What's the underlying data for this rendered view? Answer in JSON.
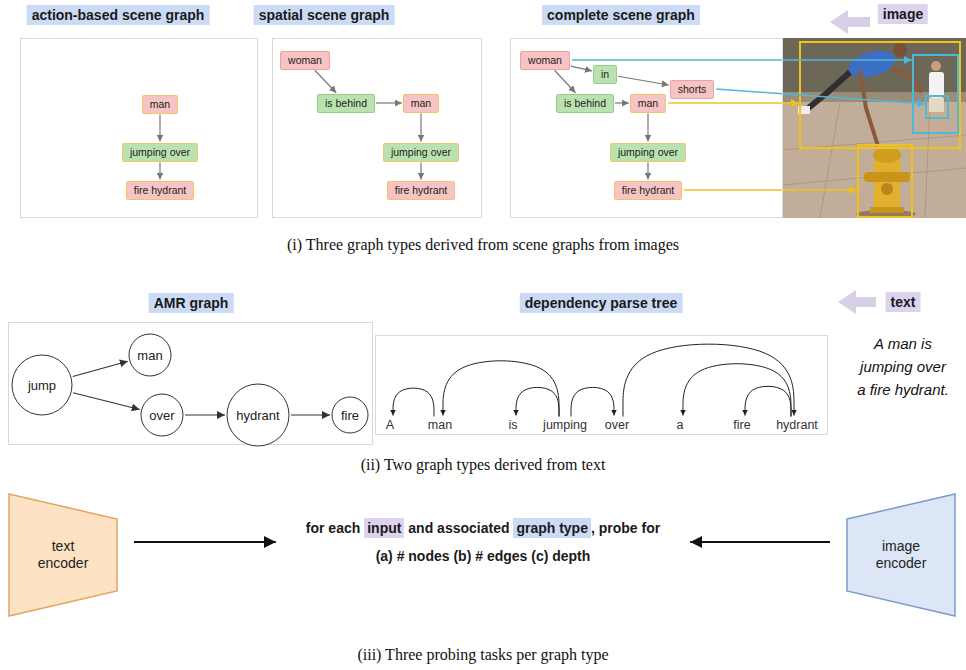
{
  "diagram": {
    "nodes": [
      {
        "text": [
          "action-based scene graph"
        ]
      },
      {
        "text": [
          "man"
        ],
        "in": 0
      },
      {
        "text": [
          "jumping over"
        ],
        "in": 0
      },
      {
        "text": [
          "fire hydrant"
        ],
        "in": 0
      },
      {
        "text": [
          "spatial scene graph"
        ]
      },
      {
        "text": [
          "woman"
        ],
        "in": 4
      },
      {
        "text": [
          "is behind"
        ],
        "in": 4
      },
      {
        "text": [
          "man"
        ],
        "in": 4
      },
      {
        "text": [
          "jumping over"
        ],
        "in": 4
      },
      {
        "text": [
          "fire hydrant"
        ],
        "in": 4
      },
      {
        "text": [
          "complete scene graph"
        ]
      },
      {
        "text": [
          "woman"
        ],
        "in": 10
      },
      {
        "text": [
          "in"
        ],
        "in": 10
      },
      {
        "text": [
          "shorts"
        ],
        "in": 10
      },
      {
        "text": [
          "is behind"
        ],
        "in": 10
      },
      {
        "text": [
          "man"
        ],
        "in": 10
      },
      {
        "text": [
          "jumping over"
        ],
        "in": 10
      },
      {
        "text": [
          "fire hydrant"
        ],
        "in": 10
      },
      {
        "text": [
          "AMR graph"
        ]
      },
      {
        "text": [
          "jump"
        ],
        "in": 18
      },
      {
        "text": [
          "man"
        ],
        "in": 18
      },
      {
        "text": [
          "over"
        ],
        "in": 18
      },
      {
        "text": [
          "hydrant"
        ],
        "in": 18
      },
      {
        "text": [
          "fire"
        ],
        "in": 18
      },
      {
        "text": [
          "dependency parse tree"
        ]
      },
      {
        "text": [
          "A"
        ],
        "in": 24
      },
      {
        "text": [
          "man"
        ],
        "in": 24
      },
      {
        "text": [
          "is"
        ],
        "in": 24
      },
      {
        "text": [
          "jumping"
        ],
        "in": 24
      },
      {
        "text": [
          "over"
        ],
        "in": 24
      },
      {
        "text": [
          "a"
        ],
        "in": 24
      },
      {
        "text": [
          "fire"
        ],
        "in": 24
      },
      {
        "text": [
          "hydrant"
        ],
        "in": 24
      },
      {
        "text": [
          "text encoder"
        ]
      },
      {
        "text": [
          "for each",
          "input",
          "and associated",
          "graph type",
          ", probe for",
          "(a) # nodes (b) # edges (c) depth"
        ]
      },
      {
        "text": [
          "image encoder"
        ]
      }
    ],
    "edges": [
      {
        "from": 1,
        "to": 2,
        "arrow": "to"
      },
      {
        "from": 2,
        "to": 3,
        "arrow": "to"
      },
      {
        "from": 5,
        "to": 6,
        "arrow": "to"
      },
      {
        "from": 6,
        "to": 7,
        "arrow": "to"
      },
      {
        "from": 7,
        "to": 8,
        "arrow": "to"
      },
      {
        "from": 8,
        "to": 9,
        "arrow": "to"
      },
      {
        "from": 11,
        "to": 12,
        "arrow": "to"
      },
      {
        "from": 12,
        "to": 13,
        "arrow": "to"
      },
      {
        "from": 11,
        "to": 14,
        "arrow": "to"
      },
      {
        "from": 14,
        "to": 15,
        "arrow": "to"
      },
      {
        "from": 15,
        "to": 16,
        "arrow": "to"
      },
      {
        "from": 16,
        "to": 17,
        "arrow": "to"
      },
      {
        "from": 19,
        "to": 20,
        "arrow": "to"
      },
      {
        "from": 19,
        "to": 21,
        "arrow": "to"
      },
      {
        "from": 21,
        "to": 22,
        "arrow": "to"
      },
      {
        "from": 22,
        "to": 23,
        "arrow": "to"
      },
      {
        "from": 26,
        "to": 25,
        "arrow": "to"
      },
      {
        "from": 28,
        "to": 26,
        "arrow": "to"
      },
      {
        "from": 28,
        "to": 27,
        "arrow": "to"
      },
      {
        "from": 28,
        "to": 29,
        "arrow": "to"
      },
      {
        "from": 29,
        "to": 32,
        "arrow": "to"
      },
      {
        "from": 32,
        "to": 30,
        "arrow": "to"
      },
      {
        "from": 32,
        "to": 31,
        "arrow": "to"
      },
      {
        "from": 33,
        "to": 34,
        "arrow": "to"
      },
      {
        "from": 35,
        "to": 34,
        "arrow": "to"
      }
    ],
    "labels": [
      "image",
      "text",
      "A man is jumping over a fire hydrant.",
      "(i) Three graph types derived from scene graphs from images",
      "(ii) Two graph types derived from text",
      "(iii) Three probing tasks per graph type"
    ]
  }
}
